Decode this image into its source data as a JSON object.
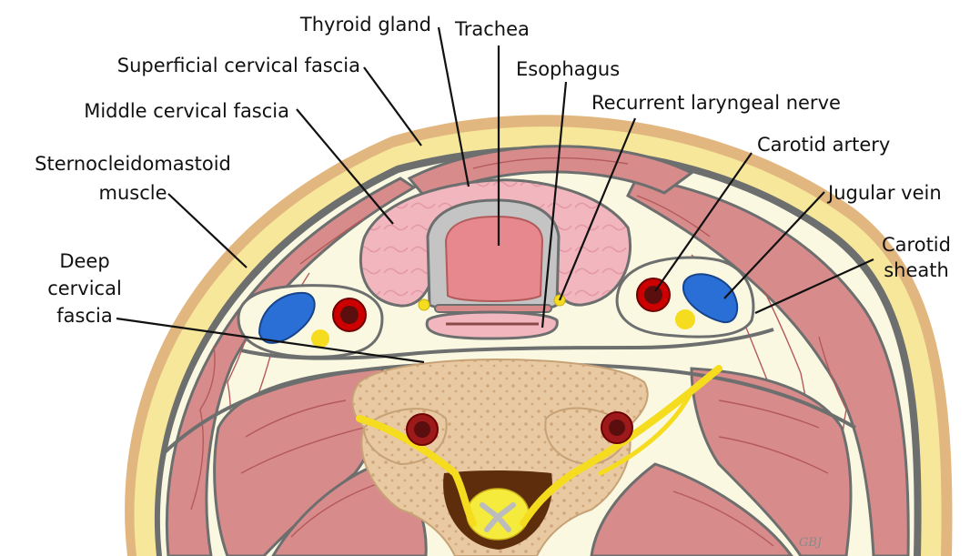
{
  "labels": {
    "thyroid_gland": "Thyroid gland",
    "trachea": "Trachea",
    "superficial_cervical_fascia": "Superficial cervical fascia",
    "esophagus": "Esophagus",
    "middle_cervical_fascia": "Middle cervical fascia",
    "recurrent_laryngeal_nerve": "Recurrent laryngeal nerve",
    "sternocleidomastoid_line1": "Sternocleidomastoid",
    "sternocleidomastoid_line2": "muscle",
    "carotid_artery": "Carotid artery",
    "jugular_vein": "Jugular vein",
    "carotid_sheath_line1": "Carotid",
    "carotid_sheath_line2": "sheath",
    "deep_cervical_fascia_line1": "Deep",
    "deep_cervical_fascia_line2": "cervical",
    "deep_cervical_fascia_line3": "fascia"
  },
  "signature": "GBJ",
  "colors": {
    "skin": "#e2b77f",
    "fat": "#f6e79a",
    "fascia": "#6d6f6f",
    "muscle": "#d88b8b",
    "muscle_vein": "#b45a5a",
    "space": "#fbf8e2",
    "thyroid": "#f2b6be",
    "trachea_cartilage": "#c4c4c4",
    "trachea_lumen": "#e6888d",
    "artery": "#cc0000",
    "artery_lumen": "#5a0e0e",
    "vein": "#2a6fd6",
    "nerve": "#f5dc1e",
    "bone": "#e8c9a2",
    "spinal_canal": "#5e2e0c",
    "spinal_cord": "#f5eb3c"
  }
}
